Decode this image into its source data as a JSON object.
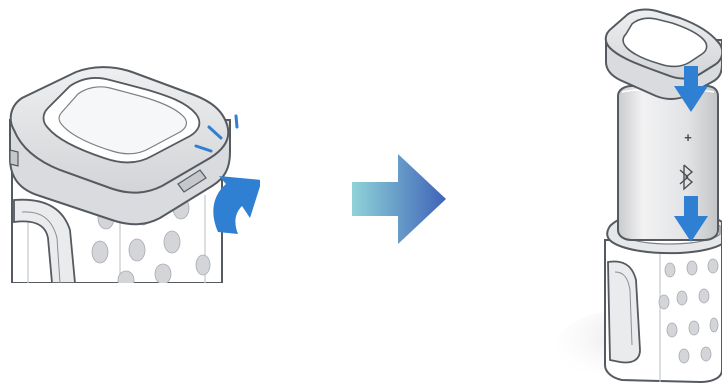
{
  "diagram": {
    "step_1": {
      "action": "lift-and-rotate-lid",
      "arrow_icon": "curved-arrow-up-icon",
      "click_marks": "snap-indicator-marks"
    },
    "transition_arrow_icon": "right-arrow-icon",
    "step_2": {
      "action": "insert-speaker-into-cage",
      "arrow_icon": "down-arrow-icon",
      "speaker_buttons": [
        "+",
        "bluetooth"
      ]
    },
    "colors": {
      "accent_blue": "#2f7fd2",
      "arrow_gradient_start": "#8fd3d8",
      "arrow_gradient_end": "#3f63b8",
      "outline": "#555a60",
      "lid_fill": "#e4e5e7",
      "speaker_fill": "#dcdde0",
      "dot_fill": "#d3d5d8"
    }
  }
}
